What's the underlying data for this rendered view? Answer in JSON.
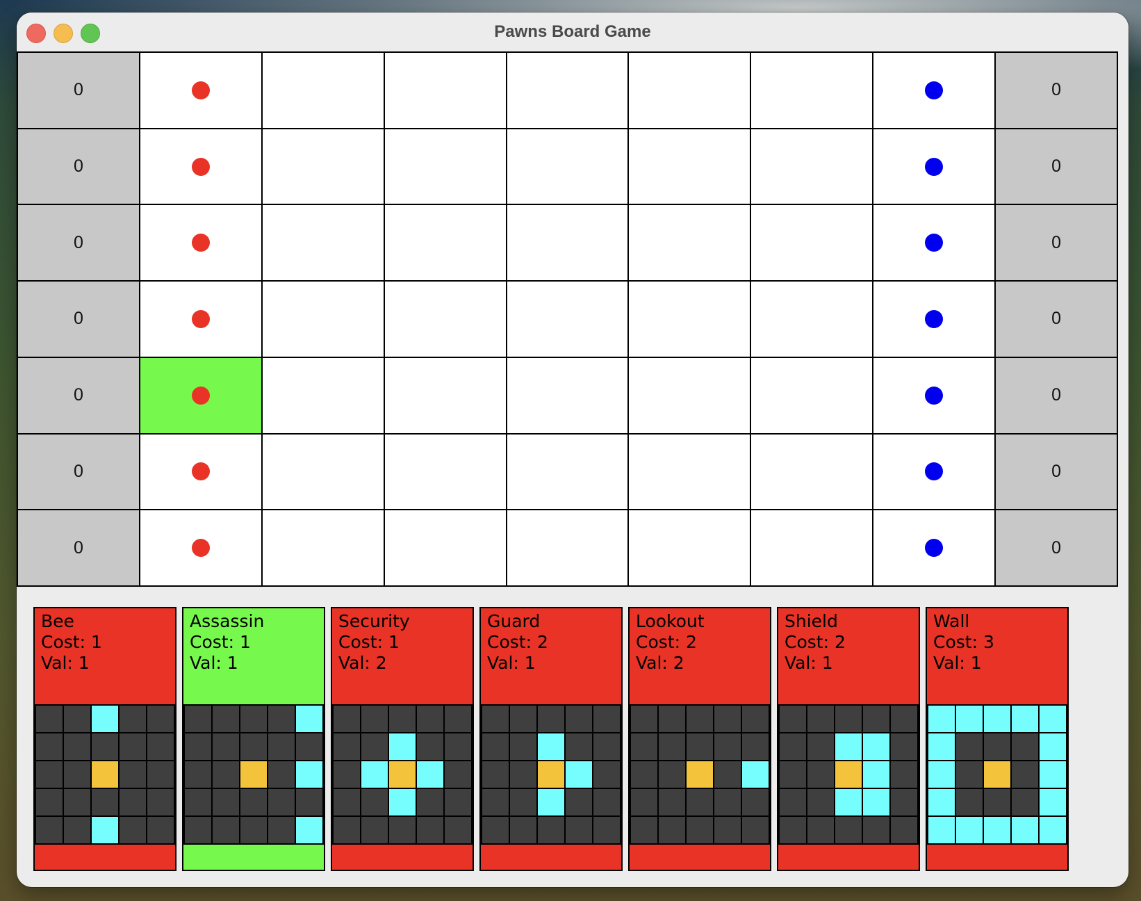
{
  "window": {
    "title": "Pawns Board Game"
  },
  "colors": {
    "red_player": "#e83326",
    "blue_player": "#0000ee",
    "selected": "#77f84c",
    "score_cell": "#c8c8c8",
    "influence": "#76fdfd",
    "card_center": "#f3c43b",
    "influence_empty": "#3f3f3f"
  },
  "board": {
    "rows": [
      {
        "left_score": "0",
        "right_score": "0",
        "cells": [
          "red",
          "",
          "",
          "",
          "",
          "",
          "blue"
        ]
      },
      {
        "left_score": "0",
        "right_score": "0",
        "cells": [
          "red",
          "",
          "",
          "",
          "",
          "",
          "blue"
        ]
      },
      {
        "left_score": "0",
        "right_score": "0",
        "cells": [
          "red",
          "",
          "",
          "",
          "",
          "",
          "blue"
        ]
      },
      {
        "left_score": "0",
        "right_score": "0",
        "cells": [
          "red",
          "",
          "",
          "",
          "",
          "",
          "blue"
        ]
      },
      {
        "left_score": "0",
        "right_score": "0",
        "cells": [
          "red",
          "",
          "",
          "",
          "",
          "",
          "blue"
        ]
      },
      {
        "left_score": "0",
        "right_score": "0",
        "cells": [
          "red",
          "",
          "",
          "",
          "",
          "",
          "blue"
        ]
      },
      {
        "left_score": "0",
        "right_score": "0",
        "cells": [
          "red",
          "",
          "",
          "",
          "",
          "",
          "blue"
        ]
      }
    ],
    "selected_cell": {
      "row": 4,
      "col": 0
    }
  },
  "hand": [
    {
      "name": "Bee",
      "cost": "Cost: 1",
      "value": "Val: 1",
      "selected": false,
      "grid": [
        "..I..",
        ".....",
        "..C..",
        ".....",
        "..I.."
      ]
    },
    {
      "name": "Assassin",
      "cost": "Cost: 1",
      "value": "Val: 1",
      "selected": true,
      "grid": [
        "....I",
        ".....",
        "..C.I",
        ".....",
        "....I"
      ]
    },
    {
      "name": "Security",
      "cost": "Cost: 1",
      "value": "Val: 2",
      "selected": false,
      "grid": [
        ".....",
        "..I..",
        ".ICI.",
        "..I..",
        "....."
      ]
    },
    {
      "name": "Guard",
      "cost": "Cost: 2",
      "value": "Val: 1",
      "selected": false,
      "grid": [
        ".....",
        "..I..",
        "..CI.",
        "..I..",
        "....."
      ]
    },
    {
      "name": "Lookout",
      "cost": "Cost: 2",
      "value": "Val: 2",
      "selected": false,
      "grid": [
        ".....",
        ".....",
        "..C.I",
        ".....",
        "....."
      ]
    },
    {
      "name": "Shield",
      "cost": "Cost: 2",
      "value": "Val: 1",
      "selected": false,
      "grid": [
        ".....",
        "..II.",
        "..CI.",
        "..II.",
        "....."
      ]
    },
    {
      "name": "Wall",
      "cost": "Cost: 3",
      "value": "Val: 1",
      "selected": false,
      "grid": [
        "IIIII",
        "I...I",
        "I.C.I",
        "I...I",
        "IIIII"
      ]
    }
  ]
}
